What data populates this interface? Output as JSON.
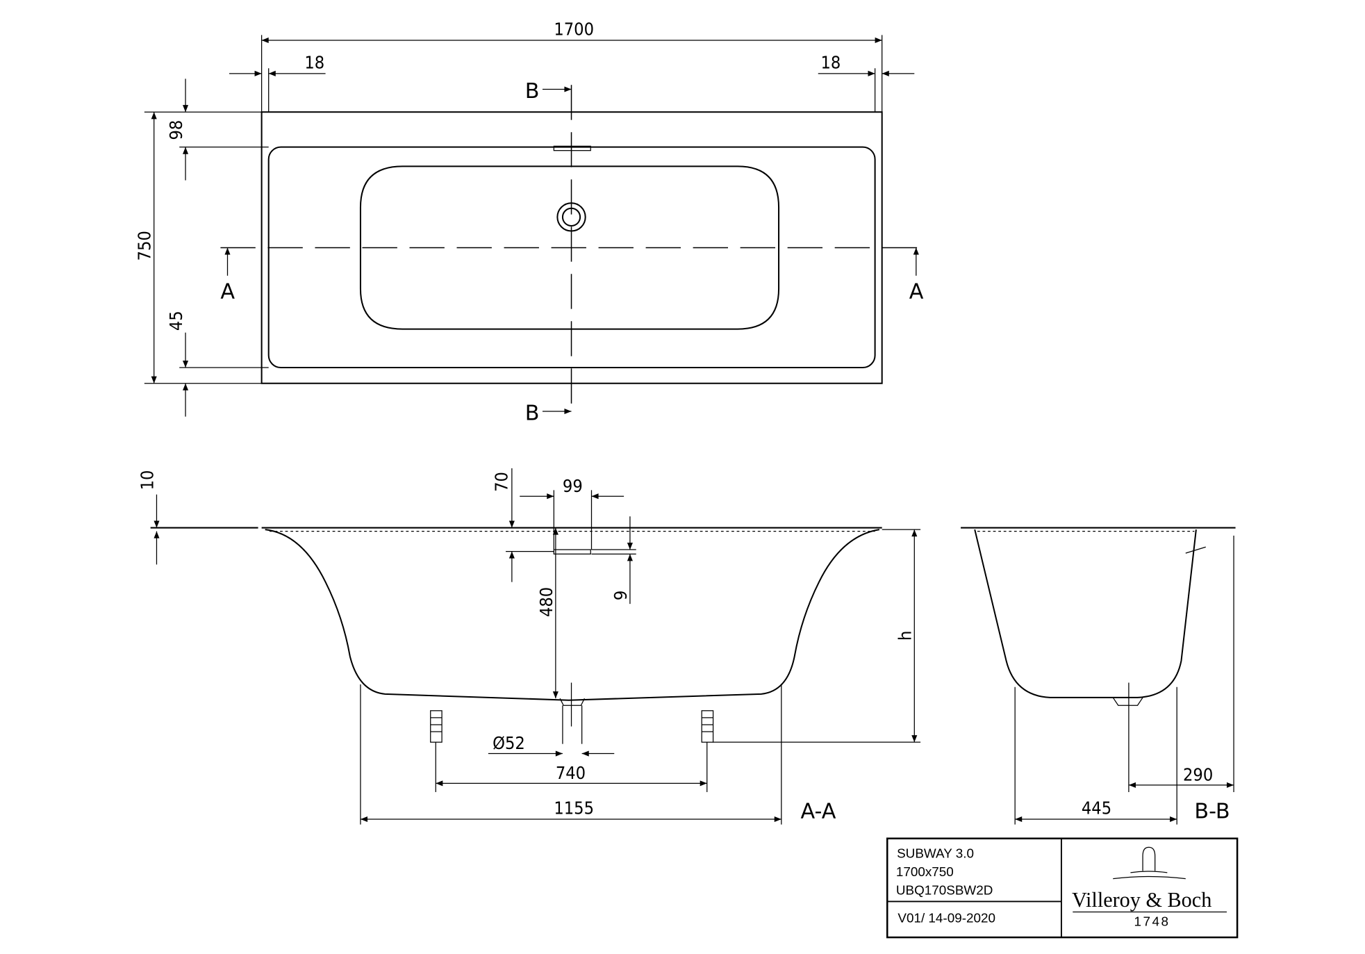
{
  "top_view": {
    "dim_length": "1700",
    "dim_left_rim": "18",
    "dim_right_rim": "18",
    "dim_width": "750",
    "dim_back_rim": "98",
    "dim_front_rim": "45",
    "section_b_top": "B",
    "section_b_bottom": "B",
    "section_a_left": "A",
    "section_a_right": "A"
  },
  "section_aa": {
    "label": "A-A",
    "dim_rim_thickness": "10",
    "dim_overflow_offset": "70",
    "dim_overflow_width": "99",
    "dim_overflow_height": "9",
    "dim_depth": "480",
    "dim_height": "h",
    "dim_drain": "Ø52",
    "dim_feet_spacing": "740",
    "dim_bottom_length": "1155"
  },
  "section_bb": {
    "label": "B-B",
    "dim_drain_offset": "290",
    "dim_bottom_width": "445"
  },
  "title_block": {
    "product": "SUBWAY 3.0",
    "size": "1700x750",
    "article": "UBQ170SBW2D",
    "version": "V01/ 14-09-2020",
    "brand": "Villeroy & Boch",
    "brand_year": "1748"
  }
}
